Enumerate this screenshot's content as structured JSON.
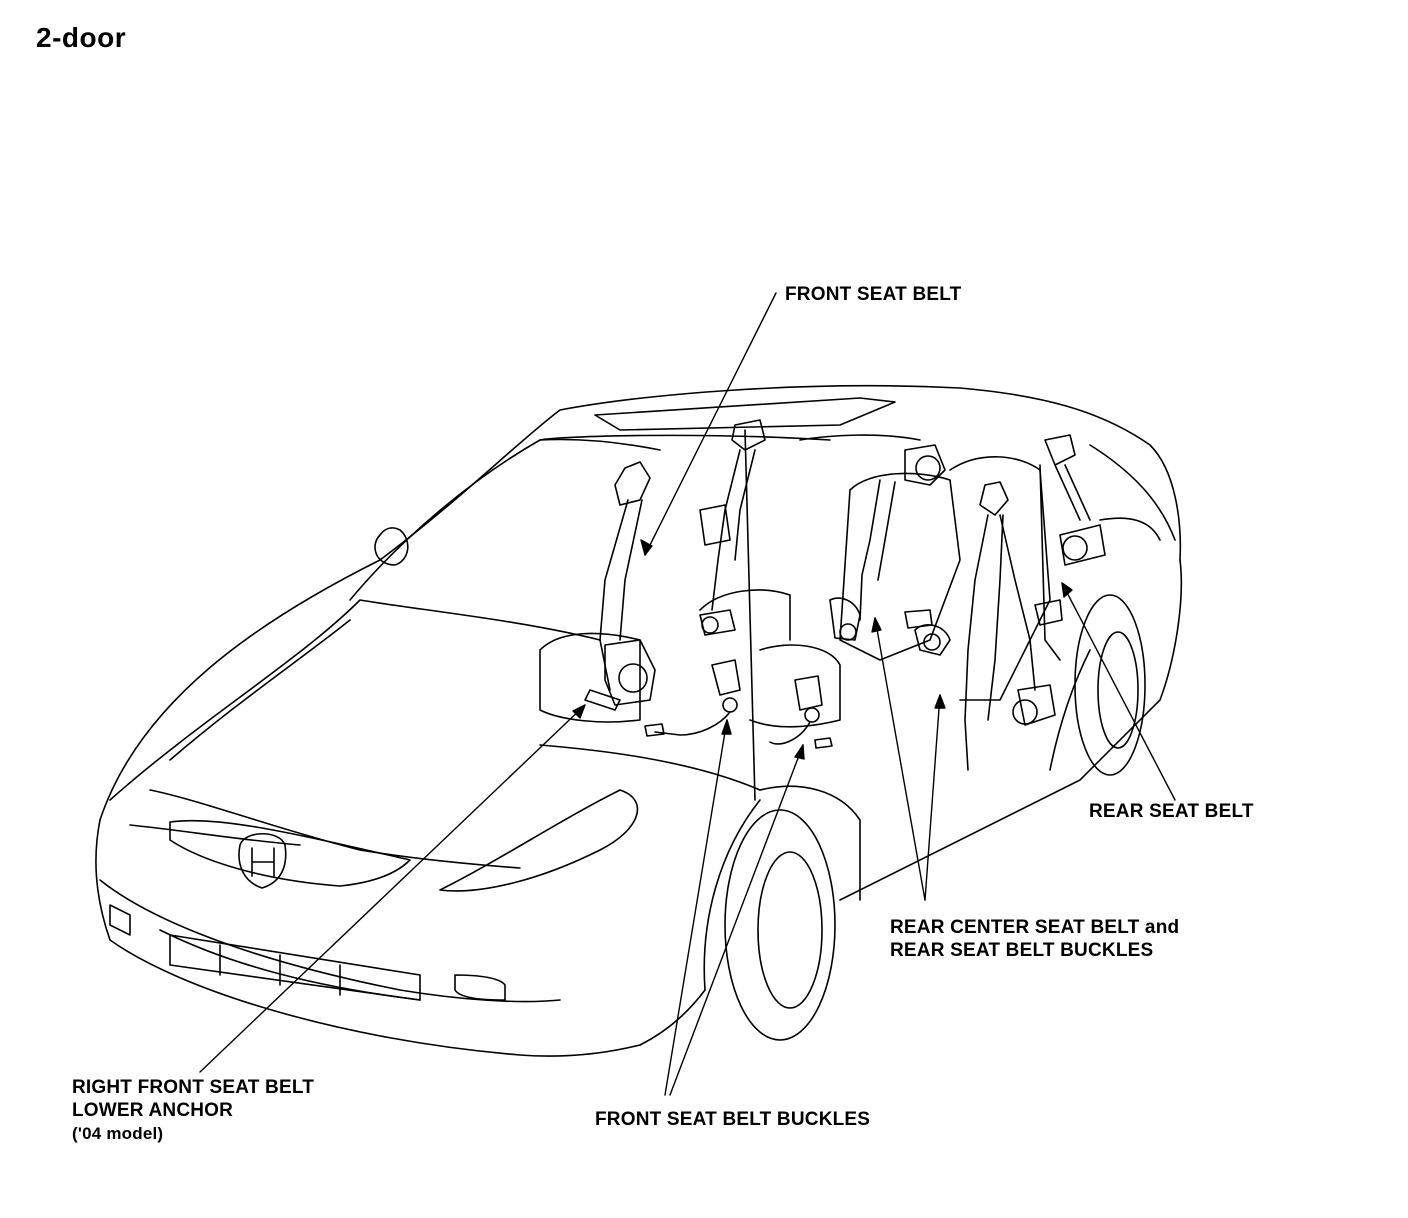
{
  "title": "2-door",
  "callouts": {
    "front_seat_belt": "FRONT SEAT BELT",
    "rear_seat_belt": "REAR SEAT BELT",
    "rear_center": {
      "line1": "REAR CENTER SEAT BELT and",
      "line2": "REAR SEAT BELT BUCKLES"
    },
    "right_front_anchor": {
      "line1": "RIGHT FRONT SEAT BELT",
      "line2": "LOWER ANCHOR",
      "line3": "('04 model)"
    },
    "front_buckles": "FRONT SEAT BELT BUCKLES"
  },
  "colors": {
    "ink": "#000000",
    "paper": "#ffffff"
  }
}
